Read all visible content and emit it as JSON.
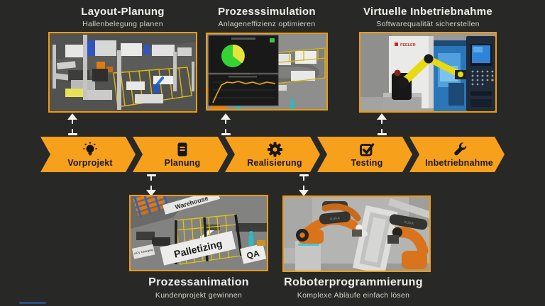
{
  "top_features": [
    {
      "title": "Layout-Planung",
      "subtitle": "Hallenbelegung planen",
      "image": "factory-hall-layout-3d"
    },
    {
      "title": "Prozesssimulation",
      "subtitle": "Anlageneffizienz optimieren",
      "image": "plant-simulation-with-kpi-charts"
    },
    {
      "title": "Virtuelle Inbetriebnahme",
      "subtitle": "Softwarequalität sicherstellen",
      "image": "robot-cnc-virtual-commissioning"
    }
  ],
  "steps": [
    {
      "label": "Vorprojekt",
      "icon": "lightbulb-icon"
    },
    {
      "label": "Planung",
      "icon": "document-icon"
    },
    {
      "label": "Realisierung",
      "icon": "gear-icon"
    },
    {
      "label": "Testing",
      "icon": "checkbox-icon"
    },
    {
      "label": "Inbetriebnahme",
      "icon": "wrench-icon"
    }
  ],
  "bottom_features": [
    {
      "title": "Prozessanimation",
      "subtitle": "Kundenprojekt gewinnen",
      "image": "palletizing-cell-animation"
    },
    {
      "title": "Roboterprogrammierung",
      "subtitle": "Komplexe Abläufe einfach lösen",
      "image": "kuka-robot-cell-programming"
    }
  ],
  "scene_labels": {
    "warehouse": "Warehouse",
    "palletizing": "Palletizing",
    "qa": "QA",
    "agv_charging": "AGV Charging",
    "feeler": "FEELER",
    "kuka": "KUKA"
  },
  "colors": {
    "background": "#282826",
    "accent_orange": "#F7A01B",
    "thumb_border_orange": "#ED9B13",
    "step_text": "#1A1A18",
    "connector_white": "#F3F2EC",
    "fence_yellow": "#E2C30F",
    "fanuc_robot_yellow": "#E8DA10",
    "kuka_robot_orange": "#D9731C",
    "worker_teal": "#2FB8C0",
    "pie_green": "#35D435",
    "pie_yellow": "#E8E33C"
  }
}
